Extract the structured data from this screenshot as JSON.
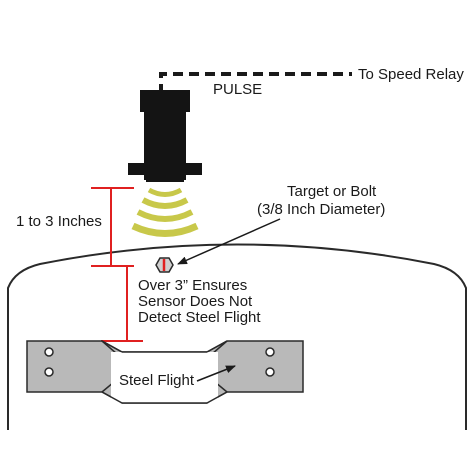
{
  "labels": {
    "to_speed_relay": "To Speed Relay",
    "pulse": "PULSE",
    "target_line1": "Target or Bolt",
    "target_line2": "(3/8 Inch Diameter)",
    "distance": "1 to 3 Inches",
    "over_line1": "Over 3” Ensures",
    "over_line2": "Sensor Does Not",
    "over_line3": "Detect Steel Flight",
    "steel_flight": "Steel Flight"
  },
  "colors": {
    "sensor_body": "#141414",
    "signal_wave": "#c8c84a",
    "dimension": "#e02020",
    "steel_plate": "#b9b9b9",
    "outline": "#2a2a2a"
  }
}
